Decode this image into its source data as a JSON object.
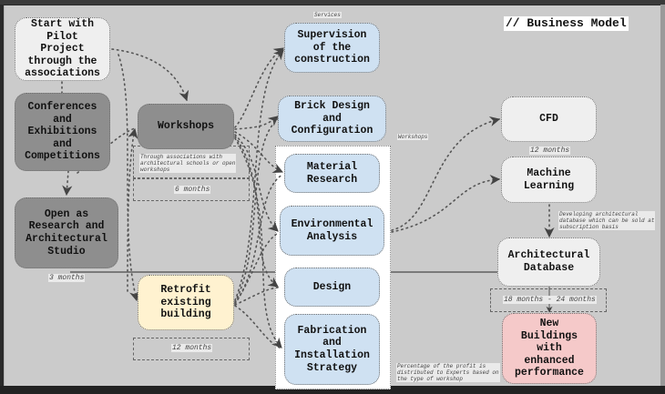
{
  "title": "// Business Model",
  "colors": {
    "background": "#cbcbcb",
    "light_node": "#efefef",
    "dark_node": "#8e8e8e",
    "blue_node": "#cfe1f2",
    "yellow_node": "#fff2d0",
    "pink_node": "#f5c9c9",
    "connector": "#555555"
  },
  "nodes": {
    "start_pilot": "Start with\nPilot\nProject\nthrough the\nassociations",
    "conferences": "Conferences\nand\nExhibitions\nand\nCompetitions",
    "open_studio": "Open as\nResearch and\nArchitectural\nStudio",
    "workshops": "Workshops",
    "retrofit": "Retrofit\nexisting\nbuilding",
    "supervision": "Supervision\nof the\nconstruction",
    "brick_design": "Brick Design\nand\nConfiguration",
    "material_research": "Material\nResearch",
    "environmental_analysis": "Environmental\nAnalysis",
    "design": "Design",
    "fabrication": "Fabrication\nand\nInstallation\nStrategy",
    "cfd": "CFD",
    "machine_learning": "Machine\nLearning",
    "architectural_database": "Architectural\nDatabase",
    "new_buildings": "New\nBuildings\nwith\nenhanced\nperformance"
  },
  "labels": {
    "services": "Services",
    "workshops_note": "Workshops",
    "workshops_desc": "Through associations with\narchitectural schools or open\nworkshops",
    "workshops_duration": "6 months",
    "studio_duration": "3 months",
    "retrofit_duration": "12 months",
    "cfd_duration": "12 months",
    "database_desc": "Developing architectural\ndatabase  which can be sold at\nsubscription basis",
    "database_duration": "18 months - 24 months",
    "profit_note": "Percentage of the profit is\ndistributed to Experts based on\nthe type of workshop"
  }
}
